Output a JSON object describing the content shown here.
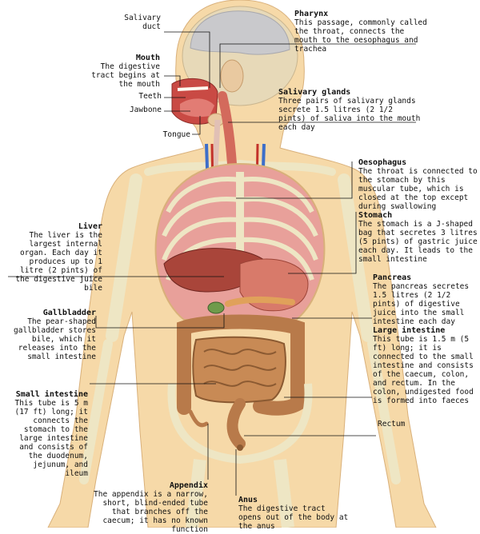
{
  "labels": {
    "salivary_duct": "Salivary\nduct",
    "mouth": {
      "title": "Mouth",
      "desc": "The digestive tract begins at the mouth"
    },
    "teeth": "Teeth",
    "jawbone": "Jawbone",
    "tongue": "Tongue",
    "pharynx": {
      "title": "Pharynx",
      "desc": "This passage, commonly called the throat, connects the mouth to the oesophagus and trachea"
    },
    "salivary_glands": {
      "title": "Salivary glands",
      "desc": "Three pairs of salivary glands secrete 1.5 litres (2 1/2 pints) of saliva into the mouth each day"
    },
    "oesophagus": {
      "title": "Oesophagus",
      "desc": "The throat is connected to the stomach by this muscular tube, which is closed at the top except during swallowing"
    },
    "stomach": {
      "title": "Stomach",
      "desc": "The stomach is a J-shaped bag that secretes 3 litres (5 pints) of gastric juice each day. It leads to the small intestine"
    },
    "liver": {
      "title": "Liver",
      "desc": "The liver is the largest internal organ. Each day it produces up to 1 litre (2 pints) of the digestive juice bile"
    },
    "pancreas": {
      "title": "Pancreas",
      "desc": "The pancreas secretes 1.5 litres (2 1/2 pints) of digestive juice into the small intestine each day"
    },
    "gallbladder": {
      "title": "Gallbladder",
      "desc": "The pear-shaped gallbladder stores bile, which it releases into the small intestine"
    },
    "large_intestine": {
      "title": "Large intestine",
      "desc": "This tube is 1.5 m (5 ft) long; it is connected to the small intestine and consists of the caecum, colon, and rectum. In the colon, undigested food is formed into faeces"
    },
    "small_intestine": {
      "title": "Small intestine",
      "desc": "This tube is 5 m (17 ft) long; it connects the stomach to the large intestine and consists of the duodenum, jejunum, and ileum"
    },
    "rectum": "Rectum",
    "appendix": {
      "title": "Appendix",
      "desc": "The appendix is a narrow, short, blind-ended tube that branches off the caecum; it has no known function"
    },
    "anus": {
      "title": "Anus",
      "desc": "The digestive tract opens out of the body at the anus"
    }
  },
  "colors": {
    "skin": "#f6d9a8",
    "bone": "#eee6c4",
    "muscle": "#e8a09a",
    "intestine": "#c88a55",
    "liver": "#a9453a",
    "stomach": "#d87a6a",
    "brain": "#c9c9cc"
  }
}
